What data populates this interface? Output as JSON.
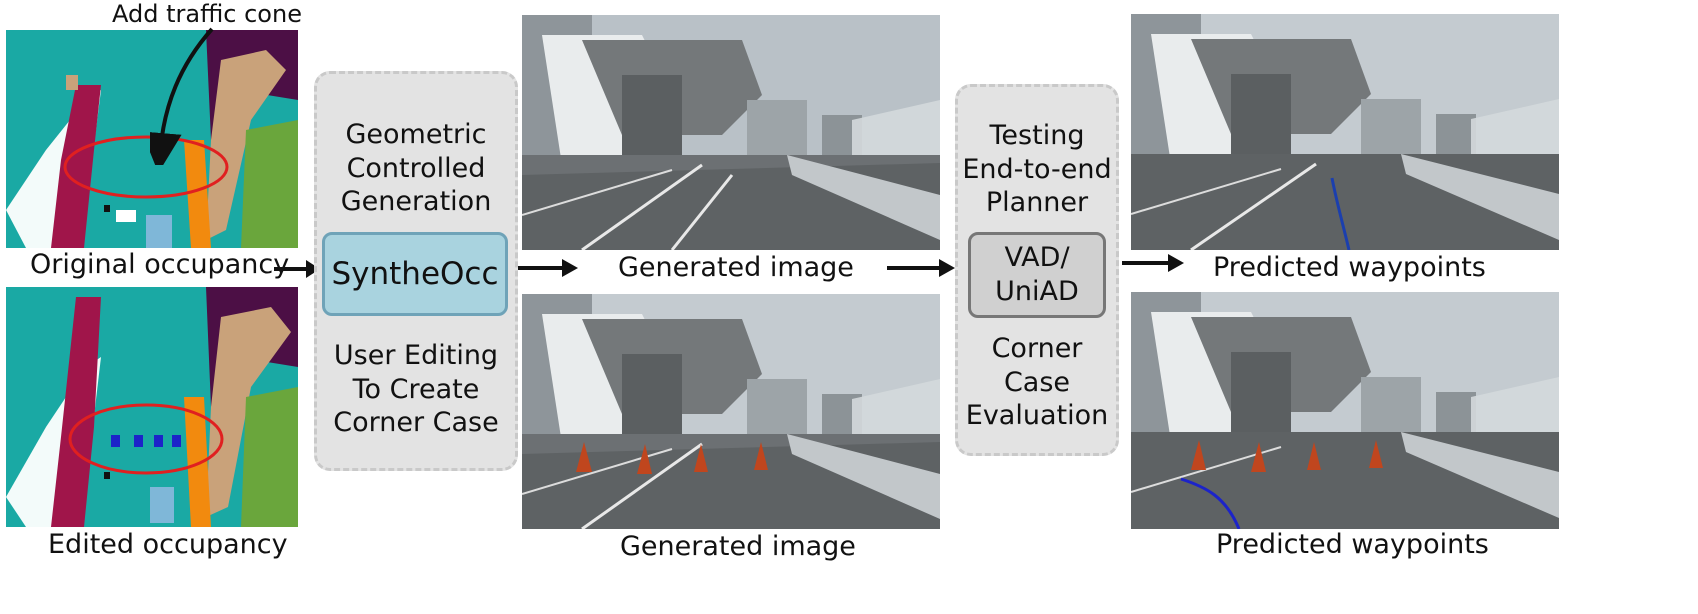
{
  "annotation": {
    "label": "Add traffic cone"
  },
  "occupancy": {
    "original_caption": "Original occupancy",
    "edited_caption": "Edited occupancy"
  },
  "generation_panel": {
    "title_line1": "Geometric",
    "title_line2": "Controlled",
    "title_line3": "Generation",
    "model_label": "SyntheOcc",
    "sub_line1": "User Editing",
    "sub_line2": "To Create",
    "sub_line3": "Corner Case"
  },
  "generated": {
    "top_caption": "Generated image",
    "bottom_caption": "Generated image"
  },
  "planner_panel": {
    "title_line1": "Testing",
    "title_line2": "End-to-end",
    "title_line3": "Planner",
    "model_line1": "VAD/",
    "model_line2": "UniAD",
    "sub_line1": "Corner",
    "sub_line2": "Case",
    "sub_line3": "Evaluation"
  },
  "predicted": {
    "top_caption": "Predicted waypoints",
    "bottom_caption": "Predicted waypoints"
  },
  "colors": {
    "teal": "#1aa9a4",
    "maroon": "#a0154a",
    "dark_purple": "#4c0f45",
    "tan": "#c9a27a",
    "orange": "#f28a0e",
    "green": "#6aa63c",
    "highlight_red": "#e02020",
    "model_box_blue": "#a9d3df",
    "model_box_gray": "#d0d0d0",
    "waypoint_top": "#1b3fae",
    "waypoint_bottom": "#1c23c9"
  }
}
